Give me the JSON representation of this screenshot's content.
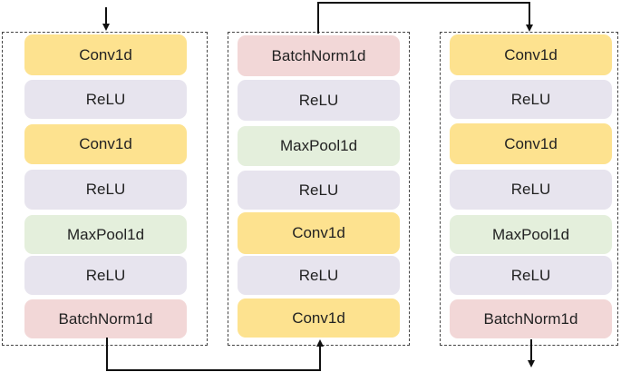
{
  "columns": [
    {
      "layers": [
        {
          "label": "Conv1d",
          "kind": "conv"
        },
        {
          "label": "ReLU",
          "kind": "relu"
        },
        {
          "label": "Conv1d",
          "kind": "conv"
        },
        {
          "label": "ReLU",
          "kind": "relu"
        },
        {
          "label": "MaxPool1d",
          "kind": "pool"
        },
        {
          "label": "ReLU",
          "kind": "relu"
        },
        {
          "label": "BatchNorm1d",
          "kind": "bn"
        }
      ]
    },
    {
      "layers": [
        {
          "label": "BatchNorm1d",
          "kind": "bn"
        },
        {
          "label": "ReLU",
          "kind": "relu"
        },
        {
          "label": "MaxPool1d",
          "kind": "pool"
        },
        {
          "label": "ReLU",
          "kind": "relu"
        },
        {
          "label": "Conv1d",
          "kind": "conv"
        },
        {
          "label": "ReLU",
          "kind": "relu"
        },
        {
          "label": "Conv1d",
          "kind": "conv"
        }
      ]
    },
    {
      "layers": [
        {
          "label": "Conv1d",
          "kind": "conv"
        },
        {
          "label": "ReLU",
          "kind": "relu"
        },
        {
          "label": "Conv1d",
          "kind": "conv"
        },
        {
          "label": "ReLU",
          "kind": "relu"
        },
        {
          "label": "MaxPool1d",
          "kind": "pool"
        },
        {
          "label": "ReLU",
          "kind": "relu"
        },
        {
          "label": "BatchNorm1d",
          "kind": "bn"
        }
      ]
    }
  ],
  "colors": {
    "conv": "#fde28f",
    "relu": "#e7e4ee",
    "pool": "#e4efdc",
    "bn": "#f2d7d7",
    "line": "#111111"
  }
}
